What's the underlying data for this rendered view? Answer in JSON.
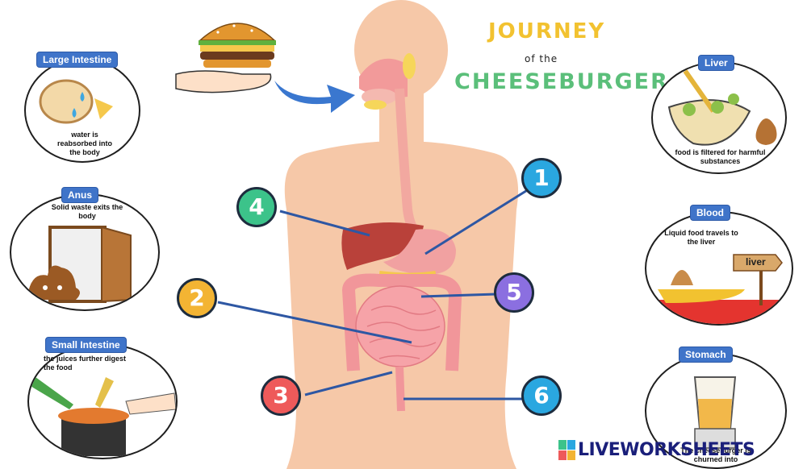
{
  "title": {
    "line1": "JOURNEY",
    "line2": "of the",
    "line3": "CHEESEBURGER"
  },
  "colors": {
    "label_bg": "#3f74c9",
    "skin": "#f6c5a3",
    "title_yellow": "#f2c230",
    "title_green": "#5bbf7a"
  },
  "cards": {
    "large_intestine": {
      "label": "Large Intestine",
      "text": "water is reabsorbed into the body"
    },
    "anus": {
      "label": "Anus",
      "text": "Solid waste exits the body"
    },
    "small_intestine": {
      "label": "Small Intestine",
      "text": "the juices further digest the food"
    },
    "liver": {
      "label": "Liver",
      "text": "food is filtered for harmful substances"
    },
    "blood": {
      "label": "Blood",
      "text": "Liquid food travels to the liver",
      "sign": "liver"
    },
    "stomach": {
      "label": "Stomach",
      "text": "The cheeseburger is churned into"
    }
  },
  "numbers": [
    {
      "id": "1",
      "color": "#2aa7e0"
    },
    {
      "id": "2",
      "color": "#f3b433"
    },
    {
      "id": "3",
      "color": "#ee5a5a"
    },
    {
      "id": "4",
      "color": "#3cc38a"
    },
    {
      "id": "5",
      "color": "#8b6fe0"
    },
    {
      "id": "6",
      "color": "#2aa7e0"
    }
  ],
  "watermark": {
    "text": "LIVEWORKSHEETS"
  }
}
